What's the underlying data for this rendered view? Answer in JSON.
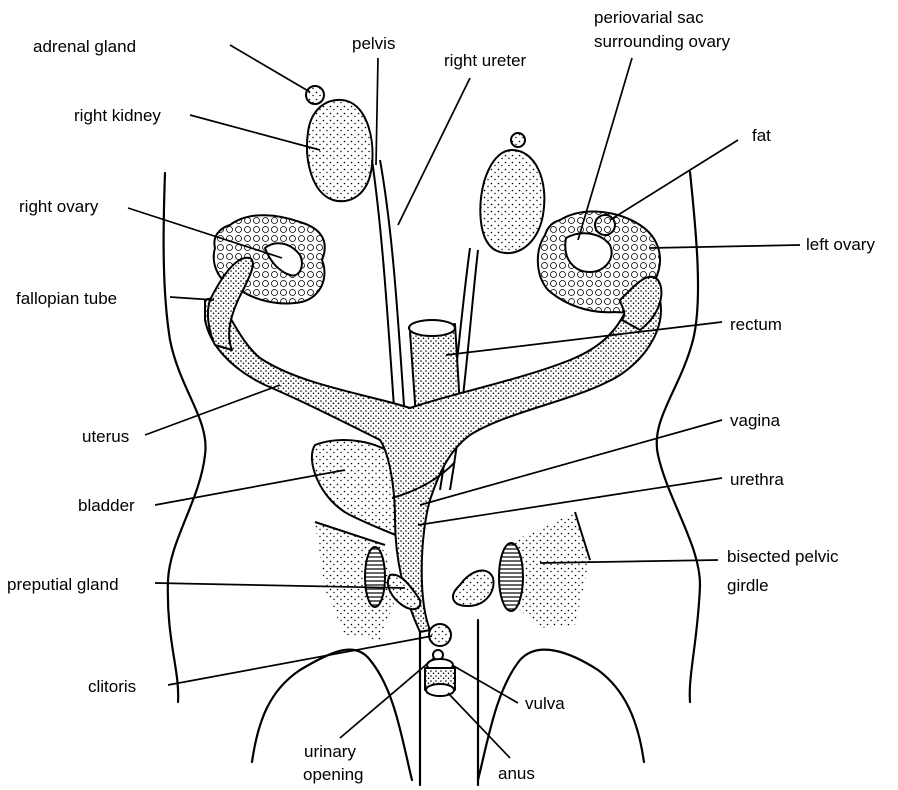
{
  "labels": {
    "adrenal_gland": "adrenal gland",
    "pelvis": "pelvis",
    "right_ureter": "right ureter",
    "periovarial_sac_1": "periovarial sac",
    "periovarial_sac_2": "surrounding ovary",
    "right_kidney": "right kidney",
    "fat": "fat",
    "right_ovary": "right ovary",
    "left_ovary": "left ovary",
    "fallopian_tube": "fallopian tube",
    "rectum": "rectum",
    "uterus": "uterus",
    "vagina": "vagina",
    "bladder": "bladder",
    "urethra": "urethra",
    "pelvic_girdle_1": "bisected pelvic",
    "pelvic_girdle_2": "girdle",
    "preputial_gland": "preputial gland",
    "clitoris": "clitoris",
    "vulva": "vulva",
    "urinary_opening_1": "urinary",
    "urinary_opening_2": "opening",
    "anus": "anus"
  },
  "colors": {
    "ink": "#000000",
    "paper": "#ffffff"
  }
}
